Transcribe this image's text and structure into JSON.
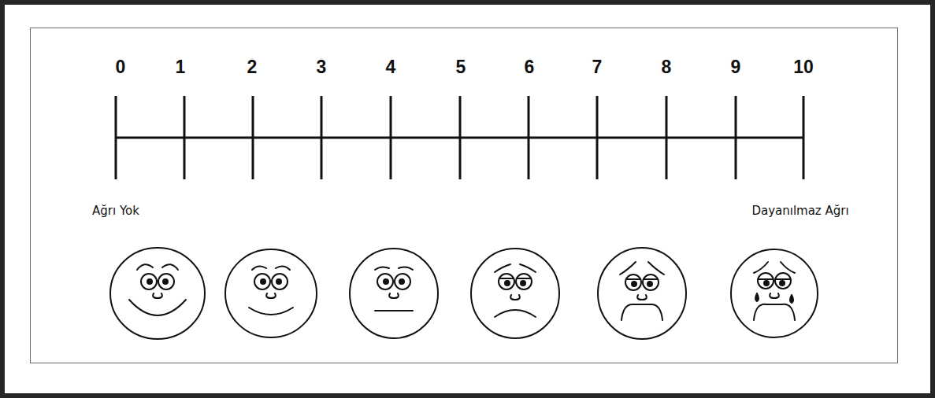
{
  "diagram": {
    "labels": [
      "0",
      "1",
      "2",
      "3",
      "4",
      "5",
      "6",
      "7",
      "8",
      "9",
      "10",
      "Ağrı Yok",
      "Dayanılmaz Ağrı"
    ]
  }
}
